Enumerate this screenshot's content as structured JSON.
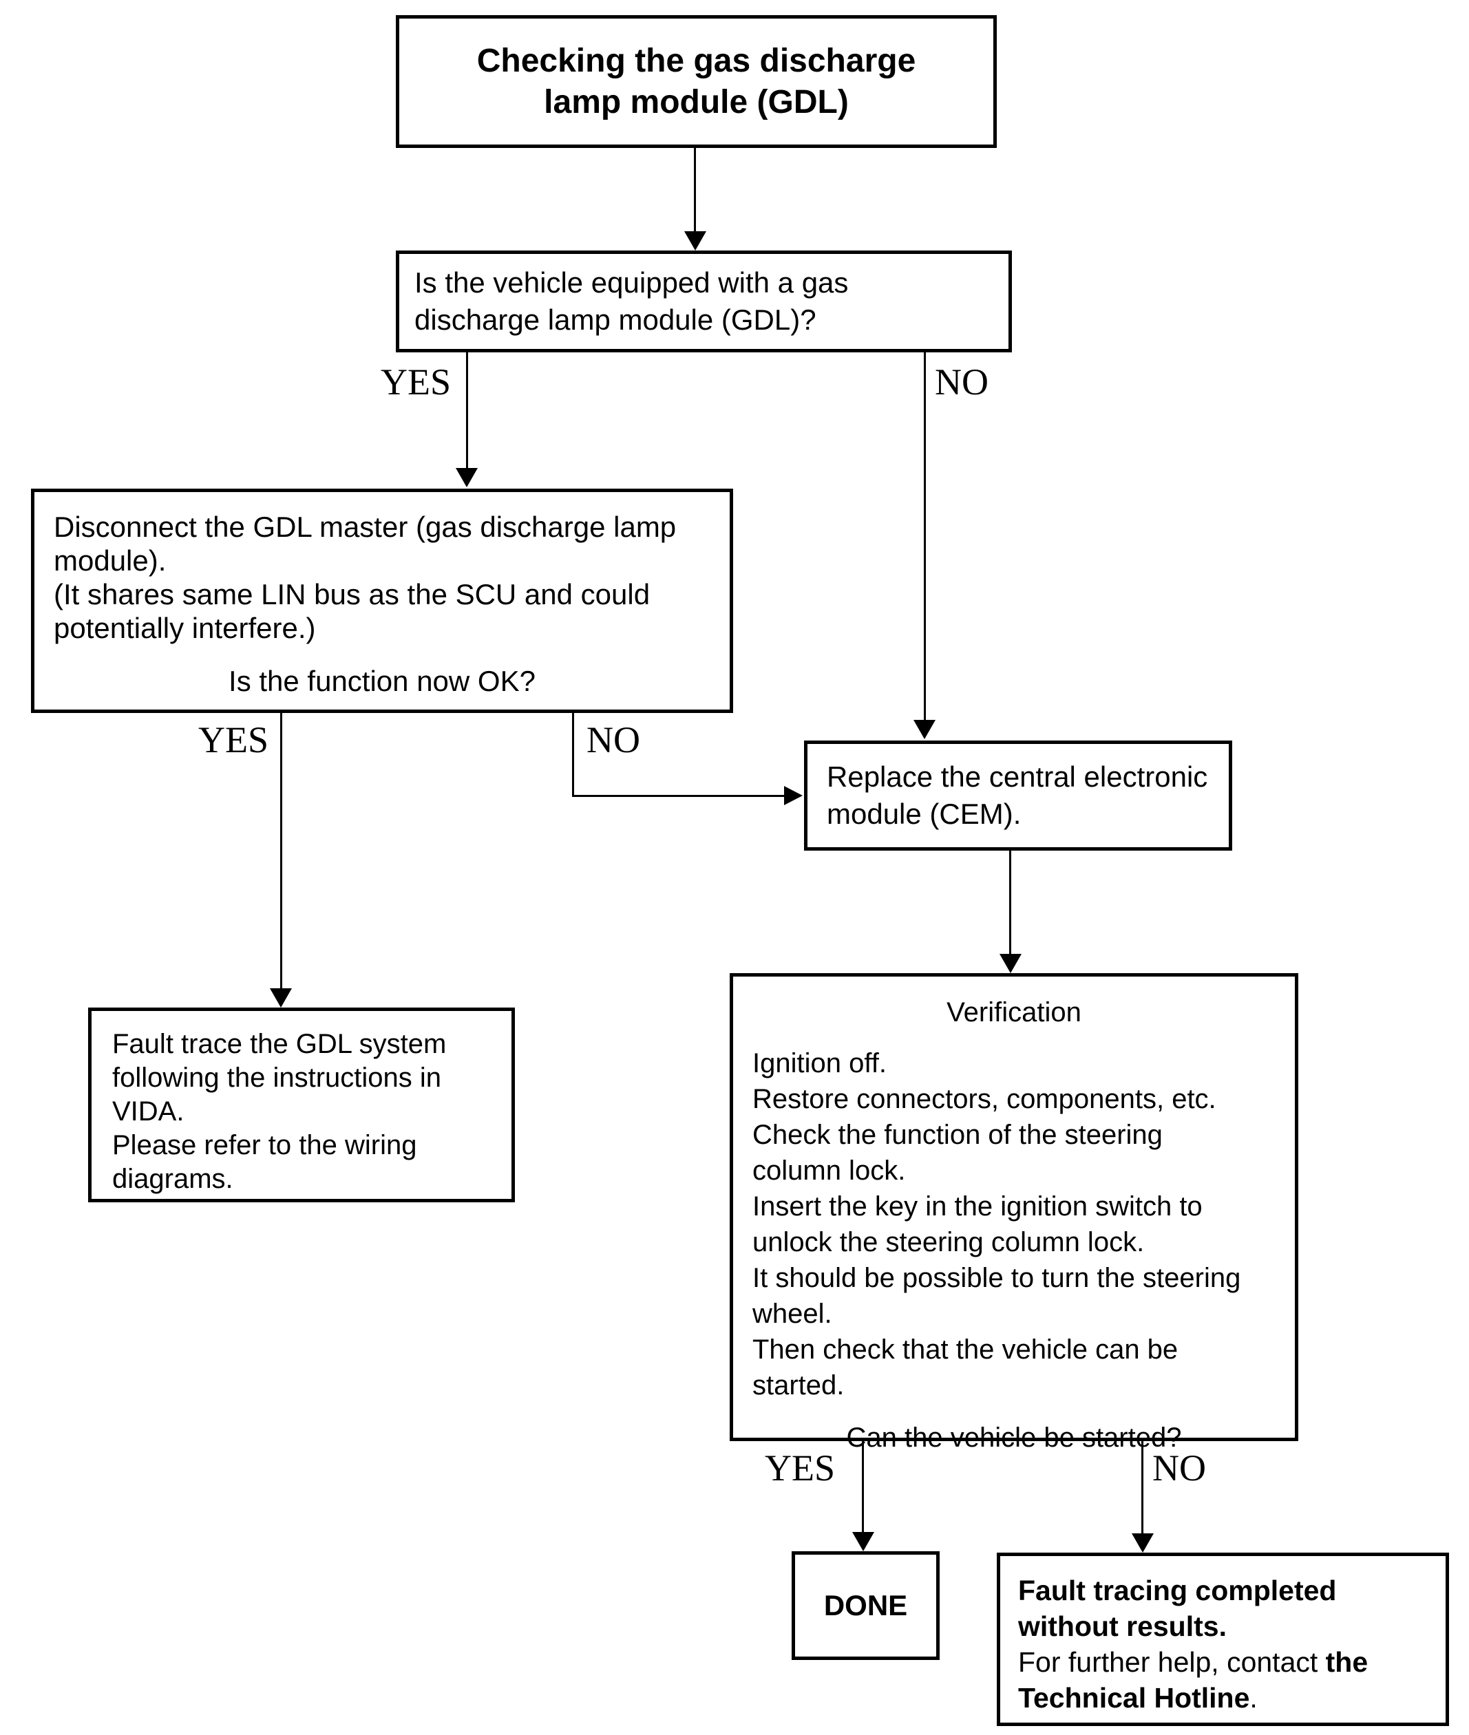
{
  "diagram": {
    "title": {
      "line1": "Checking the gas discharge",
      "line2": "lamp module (GDL)"
    },
    "nodes": {
      "question_gdl": {
        "line1": "Is the vehicle equipped with a gas",
        "line2": "discharge lamp module (GDL)?"
      },
      "disconnect": {
        "line1": "Disconnect the GDL master (gas discharge lamp",
        "line2": "module).",
        "line3": "(It shares same LIN bus as the SCU and could",
        "line4": "potentially interfere.)",
        "question": "Is the function now OK?"
      },
      "replace_cem": {
        "line1": "Replace the central electronic",
        "line2": "module (CEM)."
      },
      "fault_trace": {
        "line1": "Fault trace the GDL system",
        "line2": "following the instructions in",
        "line3": "VIDA.",
        "line4": "Please refer to the wiring",
        "line5": "diagrams."
      },
      "verification": {
        "heading": "Verification",
        "line1": "Ignition off.",
        "line2": "Restore connectors, components, etc.",
        "line3": "Check the function of the steering",
        "line4": "column lock.",
        "line5": "Insert the key in the ignition switch to",
        "line6": "unlock the steering column lock.",
        "line7": "It should be possible to turn the steering",
        "line8": "wheel.",
        "line9": "Then check that the vehicle can be",
        "line10": "started.",
        "question": "Can the vehicle be started?"
      },
      "done": {
        "label": "DONE"
      },
      "hotline": {
        "line1_bold": "Fault tracing completed",
        "line2_bold": "without results.",
        "line3_regular": "For further help, contact ",
        "line3_bold": "the",
        "line4_bold": "Technical Hotline",
        "line4_regular": "."
      }
    },
    "branches": {
      "equipped": {
        "yes": "YES",
        "no": "NO"
      },
      "function_ok": {
        "yes": "YES",
        "no": "NO"
      },
      "vehicle_started": {
        "yes": "YES",
        "no": "NO"
      }
    }
  }
}
